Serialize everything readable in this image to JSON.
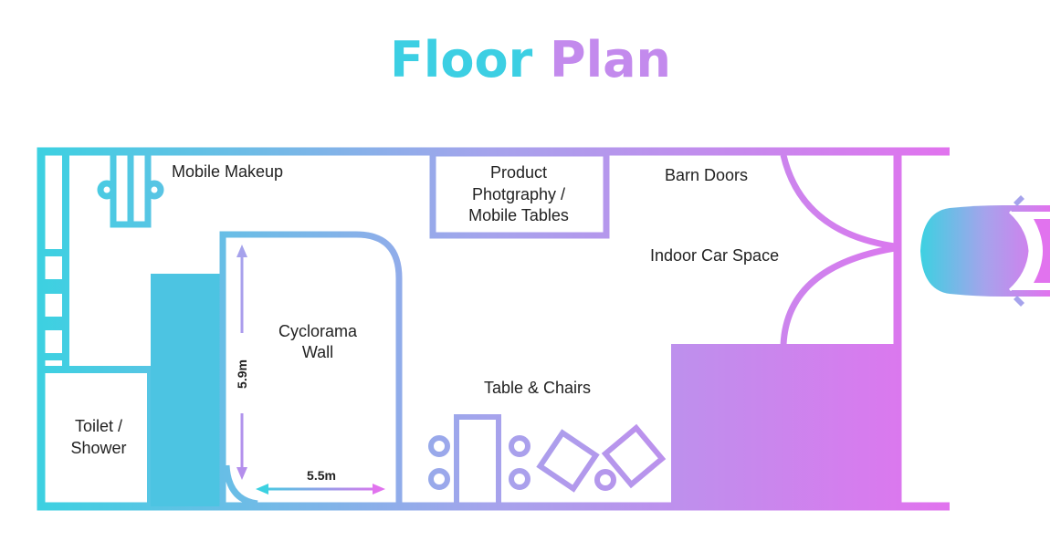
{
  "title": {
    "word1": "Floor",
    "word2": "Plan"
  },
  "colors": {
    "gradient_start": "#3cd1e1",
    "gradient_mid": "#a6a3ec",
    "gradient_end": "#e173ee",
    "text": "#222222"
  },
  "rooms": {
    "mobile_makeup": "Mobile Makeup",
    "product_line1": "Product",
    "product_line2": "Photgraphy /",
    "product_line3": "Mobile Tables",
    "barn_doors": "Barn Doors",
    "indoor_car_space": "Indoor Car Space",
    "cyclorama_line1": "Cyclorama",
    "cyclorama_line2": "Wall",
    "table_chairs": "Table & Chairs",
    "toilet_line1": "Toilet /",
    "toilet_line2": "Shower"
  },
  "dimensions": {
    "height": "5.9m",
    "width": "5.5m"
  }
}
